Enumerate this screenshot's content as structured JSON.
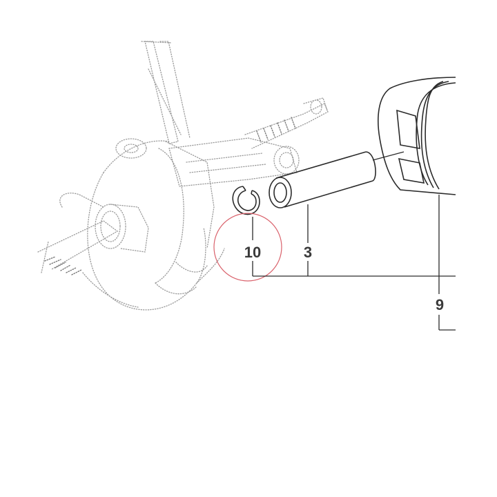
{
  "callouts": {
    "circlip": "10",
    "piston_pin": "3",
    "piston": "9"
  },
  "colors": {
    "highlight_circle": "#d9606a",
    "line_art": "#2a2a2a",
    "dotted_art": "#9a9a9a"
  }
}
